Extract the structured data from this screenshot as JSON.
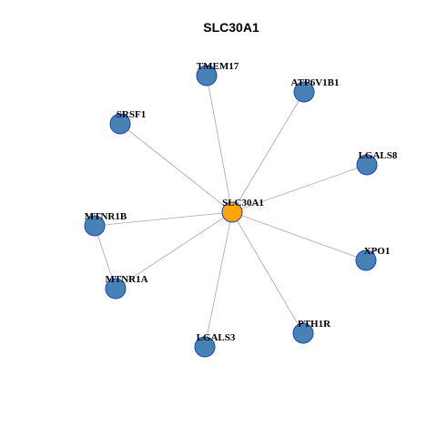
{
  "title": "SLC30A1",
  "colors": {
    "hub_fill": "#FFA500",
    "leaf_fill": "#4682B4",
    "node_stroke": "#1a3fcc",
    "edge": "#a8a8a8"
  },
  "network": {
    "center": "SLC30A1",
    "nodes": [
      {
        "id": "SLC30A1",
        "label": "SLC30A1",
        "role": "hub"
      },
      {
        "id": "TMEM17",
        "label": "TMEM17",
        "role": "leaf"
      },
      {
        "id": "ATP6V1B1",
        "label": "ATP6V1B1",
        "role": "leaf"
      },
      {
        "id": "SRSF1",
        "label": "SRSF1",
        "role": "leaf"
      },
      {
        "id": "LGALS8",
        "label": "LGALS8",
        "role": "leaf"
      },
      {
        "id": "MTNR1B",
        "label": "MTNR1B",
        "role": "leaf"
      },
      {
        "id": "XPO1",
        "label": "XPO1",
        "role": "leaf"
      },
      {
        "id": "MTNR1A",
        "label": "MTNR1A",
        "role": "leaf"
      },
      {
        "id": "PTH1R",
        "label": "PTH1R",
        "role": "leaf"
      },
      {
        "id": "LGALS3",
        "label": "LGALS3",
        "role": "leaf"
      }
    ],
    "edges": [
      [
        "SLC30A1",
        "TMEM17"
      ],
      [
        "SLC30A1",
        "ATP6V1B1"
      ],
      [
        "SLC30A1",
        "SRSF1"
      ],
      [
        "SLC30A1",
        "LGALS8"
      ],
      [
        "SLC30A1",
        "MTNR1B"
      ],
      [
        "SLC30A1",
        "XPO1"
      ],
      [
        "SLC30A1",
        "MTNR1A"
      ],
      [
        "SLC30A1",
        "PTH1R"
      ],
      [
        "SLC30A1",
        "LGALS3"
      ],
      [
        "MTNR1B",
        "MTNR1A"
      ]
    ]
  }
}
